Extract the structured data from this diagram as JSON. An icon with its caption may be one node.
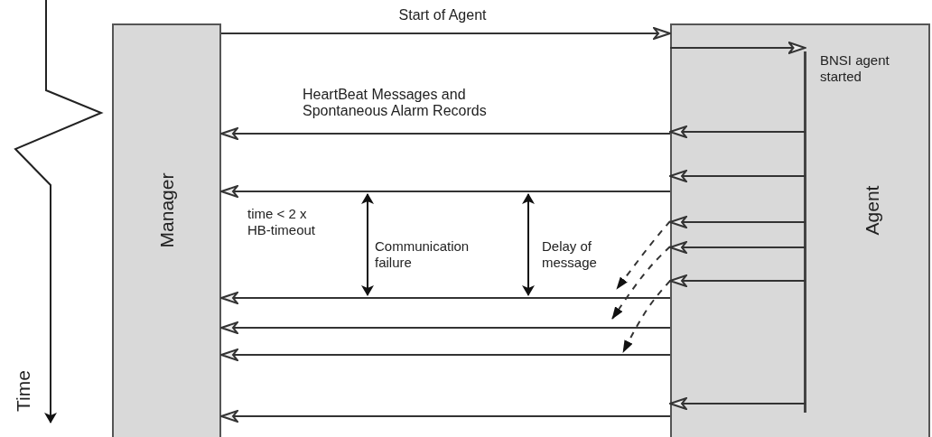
{
  "diagram": {
    "nodes": [
      {
        "text": [
          "Manager"
        ]
      },
      {
        "text": [
          "Agent"
        ]
      },
      {
        "text": [],
        "shape": "bar",
        "in": 1,
        "beside": [
          "BNSI agent started"
        ]
      }
    ],
    "edges": [
      {
        "from": 0,
        "to": 1,
        "arrow": "to",
        "label": "Start of Agent"
      },
      {
        "from": 1,
        "to": 2,
        "arrow": "to"
      },
      {
        "from": 2,
        "to": 1,
        "arrow": "to"
      },
      {
        "from": 1,
        "to": 0,
        "arrow": "to",
        "label": "HeartBeat Messages and Spontaneous Alarm Records"
      },
      {
        "from": 2,
        "to": 1,
        "arrow": "to"
      },
      {
        "from": 1,
        "to": 0,
        "arrow": "to"
      },
      {
        "from": 2,
        "to": 1,
        "arrow": "to"
      },
      {
        "from": 1,
        "to": null,
        "arrow": "to",
        "style": "dashed"
      },
      {
        "from": 2,
        "to": 1,
        "arrow": "to"
      },
      {
        "from": 1,
        "to": null,
        "arrow": "to",
        "style": "dashed"
      },
      {
        "from": 2,
        "to": 1,
        "arrow": "to"
      },
      {
        "from": 1,
        "to": null,
        "arrow": "to",
        "style": "dashed"
      },
      {
        "from": 1,
        "to": 0,
        "arrow": "to"
      },
      {
        "from": 1,
        "to": 0,
        "arrow": "to"
      },
      {
        "from": 1,
        "to": 0,
        "arrow": "to"
      },
      {
        "from": 2,
        "to": 1,
        "arrow": "to"
      },
      {
        "from": 1,
        "to": 0,
        "arrow": "to"
      }
    ],
    "labels": [
      "time < 2 x HB-timeout",
      "Communication failure",
      "Delay of message",
      "Time"
    ]
  }
}
